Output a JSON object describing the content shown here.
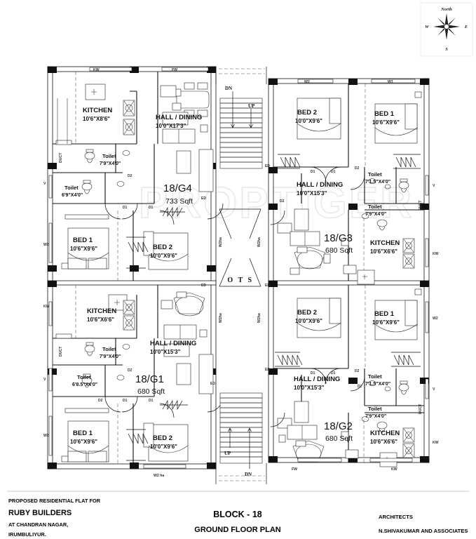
{
  "drawing": {
    "title_block": {
      "proposed_for_label": "PROPOSED RESIDENTIAL FLAT FOR",
      "client": "RUBY BUILDERS",
      "address_line1": "AT CHANDRAN NAGAR,",
      "address_line2": "IRUMBULIYUR.",
      "block": "BLOCK - 18",
      "plan_name": "GROUND FLOOR PLAN",
      "architects_label": "ARCHITECTS",
      "architects_name": "N.SHIVAKUMAR AND ASSOCIATES"
    },
    "watermark": "PROPTIGER",
    "compass": {
      "north": "North",
      "east": "E",
      "west": "W",
      "south": "S"
    },
    "core": {
      "ots_label": "O T S",
      "stair_up_top": "UP",
      "stair_dn_top": "DN",
      "stair_up_bottom": "UP",
      "stair_dn_bottom": "DN"
    },
    "units": [
      {
        "id": "18/G4",
        "area": "733 Sqft",
        "position": "top-left",
        "rooms": [
          {
            "name": "KITCHEN",
            "dim": "10'6\"X8'6\""
          },
          {
            "name": "HALL / DINING",
            "dim": "10'0\"X17'3\""
          },
          {
            "name": "Toilet",
            "dim": "7'9\"X4'0\""
          },
          {
            "name": "Toilet",
            "dim": "6'9\"X4'0\""
          },
          {
            "name": "BED 1",
            "dim": "10'6\"X9'6\""
          },
          {
            "name": "BED 2",
            "dim": "10'0\"X9'6\""
          }
        ]
      },
      {
        "id": "18/G3",
        "area": "680 Sqft",
        "position": "top-right",
        "rooms": [
          {
            "name": "BED 2",
            "dim": "10'0\"X9'6\""
          },
          {
            "name": "BED 1",
            "dim": "10'6\"X9'6\""
          },
          {
            "name": "HALL / DINING",
            "dim": "10'0\"X15'3\""
          },
          {
            "name": "Toilet",
            "dim": "7'1.5\"X4'0\""
          },
          {
            "name": "Toilet",
            "dim": "7'9\"X4'0\""
          },
          {
            "name": "KITCHEN",
            "dim": "10'6\"X6'6\""
          }
        ]
      },
      {
        "id": "18/G1",
        "area": "680 Sqft",
        "position": "bottom-left",
        "rooms": [
          {
            "name": "KITCHEN",
            "dim": "10'6\"X6'6\""
          },
          {
            "name": "HALL / DINING",
            "dim": "10'0\"X15'3\""
          },
          {
            "name": "Toilet",
            "dim": "7'9\"X4'0\""
          },
          {
            "name": "Toilet",
            "dim": "6'8.5\"X4'0\""
          },
          {
            "name": "BED 1",
            "dim": "10'6\"X9'6\""
          },
          {
            "name": "BED 2",
            "dim": "10'0\"X9'6\""
          }
        ]
      },
      {
        "id": "18/G2",
        "area": "680 Sqft",
        "position": "bottom-right",
        "rooms": [
          {
            "name": "BED 2",
            "dim": "10'0\"X9'6\""
          },
          {
            "name": "BED 1",
            "dim": "10'6\"X9'6\""
          },
          {
            "name": "HALL / DINING",
            "dim": "10'0\"X15'3\""
          },
          {
            "name": "Toilet",
            "dim": "7'1.5\"X4'0\""
          },
          {
            "name": "Toilet",
            "dim": "7'9\"X4'0\""
          },
          {
            "name": "KITCHEN",
            "dim": "10'6\"X6'6\""
          }
        ]
      }
    ],
    "opening_tags": {
      "top_left_kw": "KW",
      "top_left_fw": "FW",
      "top_right_w2": "W2",
      "top_right_w1": "W1",
      "bottom_left_w2ha": "W2 ha",
      "bottom_right_fw": "FW",
      "bottom_right_kw": "KW",
      "left_v": "V",
      "left_w2": "W2",
      "left_kw": "KW",
      "right_v": "V",
      "right_kw": "KW",
      "right_w2": "W2",
      "duct": "DUCT",
      "door_d1": "D1",
      "door_d2": "D2",
      "door_ed": "ED",
      "core_w2ha": "W2ha"
    }
  }
}
